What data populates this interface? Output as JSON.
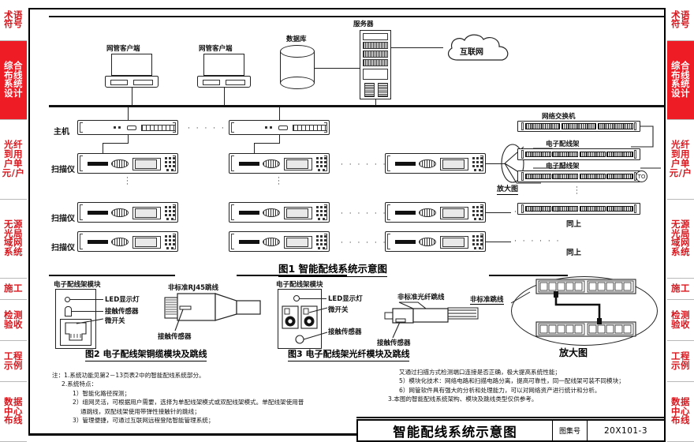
{
  "sheet": {
    "atlas_label": "图集号",
    "atlas_number": "20X101-3",
    "title": "智能配线系统示意图"
  },
  "side_index": {
    "items": [
      {
        "lines": [
          "术语",
          "符号"
        ],
        "active": false
      },
      {
        "lines": [
          "综合",
          "布线",
          "系统",
          "设计"
        ],
        "active": true
      },
      {
        "lines": [
          "光纤",
          "到用",
          "户单",
          "元/户"
        ],
        "active": false
      },
      {
        "lines": [
          "无源",
          "光局",
          "域网",
          "系统"
        ],
        "active": false
      },
      {
        "lines": [
          "施工"
        ],
        "active": false
      },
      {
        "lines": [
          "检测",
          "验收"
        ],
        "active": false
      },
      {
        "lines": [
          "工程",
          "示例"
        ],
        "active": false
      },
      {
        "lines": [
          "数据",
          "中心",
          "布线"
        ],
        "active": false
      }
    ]
  },
  "figure1": {
    "caption": "图1   智能配线系统示意图",
    "nodes": {
      "client1": "网管客户端",
      "client2": "网管客户端",
      "database": "数据库",
      "server": "服务器",
      "internet": "互联网",
      "host": "主机",
      "scanner1": "扫描仪",
      "scanner2": "扫描仪",
      "scanner3": "扫描仪",
      "network_switch": "网络交换机",
      "patch_panel_1": "电子配线架",
      "patch_panel_2": "电子配线架",
      "enlarged_callout": "放大图",
      "same_as_above_1": "同上",
      "same_as_above_2": "同上",
      "to_outlet": "TO"
    },
    "ellipsis": "· · · · · ·"
  },
  "figure2": {
    "caption": "图2   电子配线架铜缆模块及跳线",
    "labels": {
      "module": "电子配线架模块",
      "led": "LED显示灯",
      "touch_sensor": "接触传感器",
      "micro_switch": "微开关",
      "patch_cord": "非标准RJ45跳线"
    }
  },
  "figure3": {
    "caption": "图3   电子配线架光纤模块及跳线",
    "labels": {
      "module": "电子配线架模块",
      "led": "LED显示灯",
      "micro_switch": "微开关",
      "touch_sensor": "接触传感器",
      "patch_cord": "非标准光纤跳线",
      "touch_sensor2": "接触传感器"
    }
  },
  "enlarged_view": {
    "caption": "放大图",
    "callout": "非标准跳线"
  },
  "notes_left": {
    "lines": [
      "注：1.系统功能见第2－13页表2中的智能配线系统部分。",
      "2.系统特点：",
      "1）智能化路径探测；",
      "2）组网灵活，可根据用户需要，选择为单配线架模式或双配线架模式。单配线架使用普",
      "通跳线，双配线架使用带弹性接触针的跳线；",
      "3）管理便捷，可通过互联网远程登陆智能管理系统；"
    ]
  },
  "notes_right": {
    "lines": [
      "又通过扫描方式检测端口连接是否正确，极大提高系统性能；",
      "5）模块化技术：网络电路和扫描电路分离，提高可靠性，同一配线架可装不同模块；",
      "6）网管软件具有强大的分析和处理能力，可以对网络资产进行统计和分析。",
      "3.本图的智能配线系统架构、模块及跳线类型仅供参考。"
    ]
  },
  "colors": {
    "index_red": "#d71920",
    "index_active_bg": "#ee1c25",
    "line": "#222222"
  }
}
